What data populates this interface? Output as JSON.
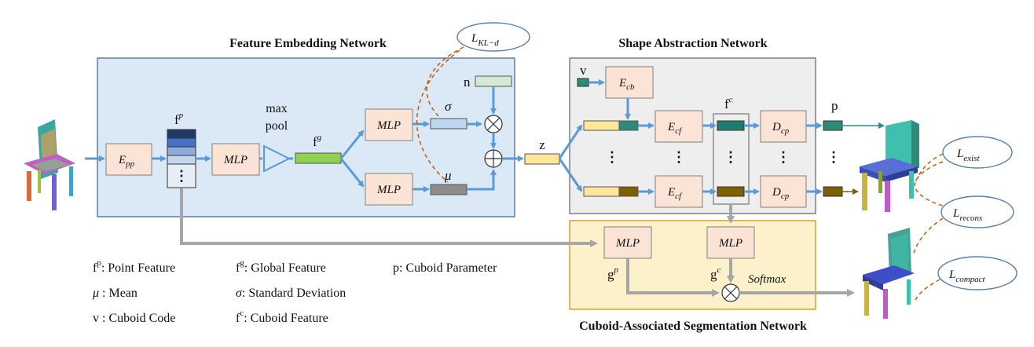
{
  "networks": {
    "feature_embedding": "Feature Embedding Network",
    "shape_abstraction": "Shape Abstraction Network",
    "segmentation": "Cuboid-Associated Segmentation Network"
  },
  "modules": {
    "mlp": "MLP",
    "e_pp_main": "E",
    "e_pp_sub": "pp",
    "e_cb_main": "E",
    "e_cb_sub": "cb",
    "e_cf_main": "E",
    "e_cf_sub": "cf",
    "d_cp_main": "D",
    "d_cp_sub": "cp",
    "softmax": "Softmax",
    "max_pool_line1": "max",
    "max_pool_line2": "pool"
  },
  "symbols": {
    "fp_main": "f",
    "fp_sup": "p",
    "fg_main": "f",
    "fg_sup": "g",
    "fc_main": "f",
    "fc_sup": "c",
    "gp_main": "g",
    "gp_sup": "p",
    "gc_main": "g",
    "gc_sup": "c",
    "z": "z",
    "n": "n",
    "v": "v",
    "p": "p",
    "sigma": "σ",
    "mu": "μ",
    "vdots": "⋮"
  },
  "losses": {
    "kl_main": "L",
    "kl_sub": "KL−d",
    "exist_main": "L",
    "exist_sub": "exist",
    "recons_main": "L",
    "recons_sub": "recons",
    "compact_main": "L",
    "compact_sub": "compact"
  },
  "legend": {
    "point_feature": ": Point Feature",
    "global_feature": ": Global Feature",
    "cuboid_parameter": ": Cuboid Parameter",
    "mean": " : Mean",
    "std_dev": ": Standard Deviation",
    "cuboid_code": " : Cuboid Code",
    "cuboid_feature": ": Cuboid Feature"
  },
  "colors": {
    "feature_bg": "#dbe8f5",
    "shape_bg": "#eeeeee",
    "seg_bg": "#fdf1cc",
    "module": "#fbe3d6",
    "arrow": "#5b9bd5",
    "gray_arrow": "#a6a6a6",
    "dashed": "#c55a11",
    "global_feature": "#92d050",
    "z_latent": "#ffe699",
    "cuboid_feature": "#1f7d6f",
    "cuboid_feature_alt": "#7f6000"
  },
  "icons": [
    "point-cloud-chair-input",
    "cuboid-chair-output",
    "segmented-chair-output"
  ]
}
